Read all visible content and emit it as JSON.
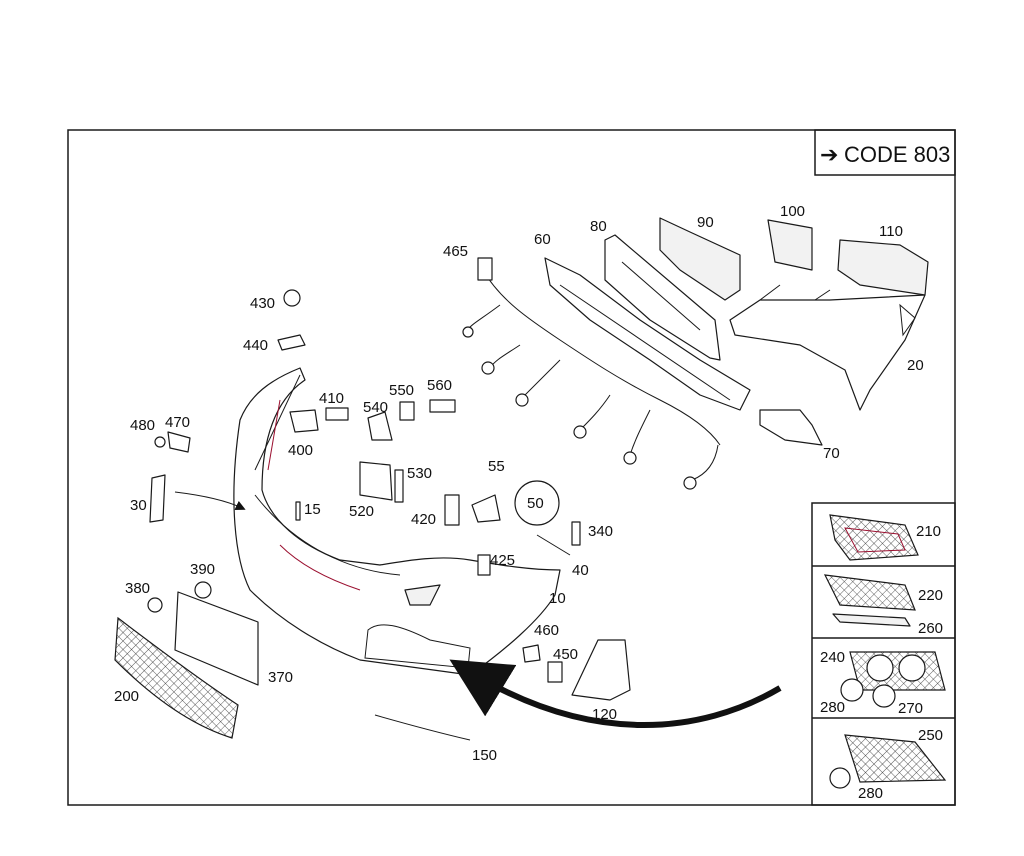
{
  "code_box": {
    "arrow": "➔",
    "text": "CODE 803"
  },
  "callouts": {
    "c10": "10",
    "c15": "15",
    "c20": "20",
    "c30": "30",
    "c40": "40",
    "c50": "50",
    "c55": "55",
    "c60": "60",
    "c70": "70",
    "c80": "80",
    "c90": "90",
    "c100": "100",
    "c110": "110",
    "c120": "120",
    "c150": "150",
    "c200": "200",
    "c370": "370",
    "c380": "380",
    "c390": "390",
    "c400": "400",
    "c410": "410",
    "c420": "420",
    "c425": "425",
    "c430": "430",
    "c440": "440",
    "c450": "450",
    "c460": "460",
    "c465": "465",
    "c470": "470",
    "c480": "480",
    "c520": "520",
    "c530": "530",
    "c540": "540",
    "c550": "550",
    "c560": "560",
    "c340": "340"
  },
  "variants": {
    "v1": {
      "c210": "210"
    },
    "v2": {
      "c220": "220",
      "c260": "260"
    },
    "v3": {
      "c240": "240",
      "c270": "270",
      "c280": "280"
    },
    "v4": {
      "c250": "250",
      "c280": "280"
    }
  },
  "colors": {
    "line": "#1a1a1a",
    "accent": "#9b1030",
    "background": "#ffffff"
  }
}
